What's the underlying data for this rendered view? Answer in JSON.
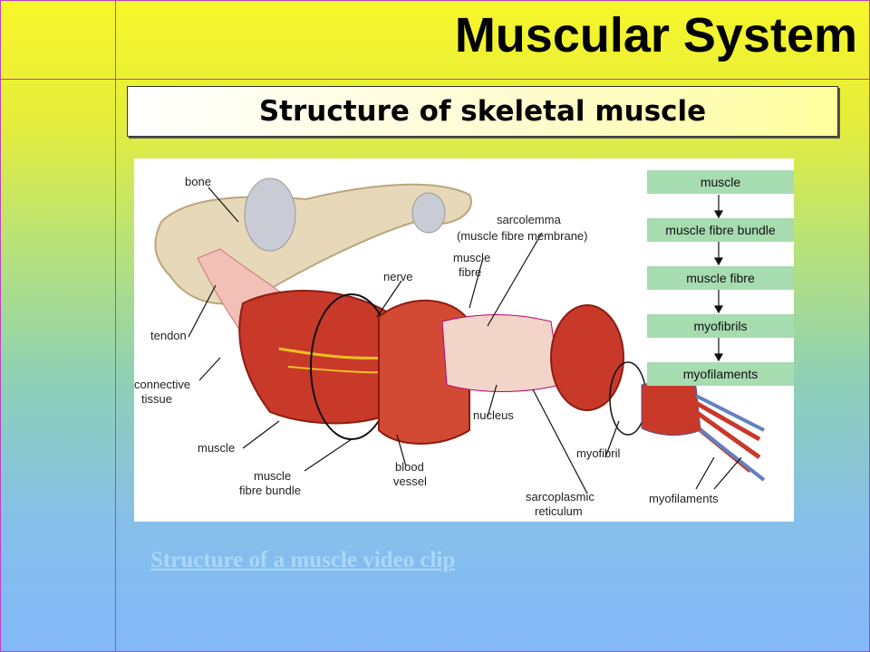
{
  "slide": {
    "title": "Muscular System",
    "subtitle": "Structure of skeletal muscle",
    "link_text": "Structure of a muscle video clip"
  },
  "diagram": {
    "labels": {
      "bone": "bone",
      "sarcolemma_1": "sarcolemma",
      "sarcolemma_2": "(muscle fibre membrane)",
      "muscle_fibre_1": "muscle",
      "muscle_fibre_2": "fibre",
      "nerve": "nerve",
      "tendon": "tendon",
      "connective_1": "connective",
      "connective_2": "tissue",
      "muscle": "muscle",
      "bundle_1": "muscle",
      "bundle_2": "fibre bundle",
      "blood_1": "blood",
      "blood_2": "vessel",
      "nucleus": "nucleus",
      "sr_1": "sarcoplasmic",
      "sr_2": "reticulum",
      "myofibril": "myofibril",
      "myofilaments": "myofilaments"
    },
    "flow": [
      "muscle",
      "muscle fibre bundle",
      "muscle fibre",
      "myofibrils",
      "myofilaments"
    ],
    "colors": {
      "muscle_red": "#c8392a",
      "bone": "#e8dcc0",
      "flow_box": "#a7dbb0"
    }
  }
}
